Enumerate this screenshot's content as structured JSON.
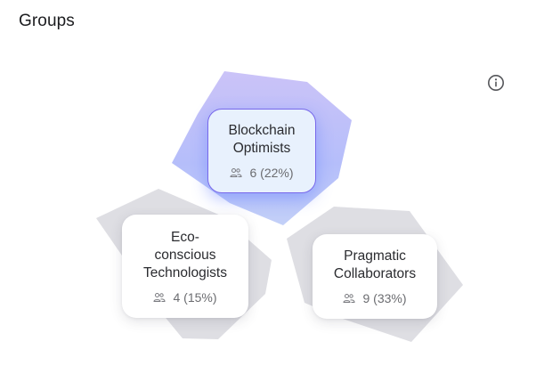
{
  "header": {
    "title": "Groups"
  },
  "info_button": {
    "icon": "info-icon"
  },
  "colors": {
    "selected_shape_top": "#c7c2f8",
    "selected_shape_bottom": "#a9b8f8",
    "selected_card_bg": "#e8f1fd",
    "selected_card_border": "#7868ea",
    "unselected_shape": "#dedee3",
    "card_bg": "#ffffff"
  },
  "groups": [
    {
      "name": "Blockchain Optimists",
      "count": "6",
      "percent": "(22%)",
      "stats": "6 (22%)",
      "selected": true,
      "icon": "people-icon"
    },
    {
      "name": "Eco-conscious Technologists",
      "name_lines": [
        "Eco-",
        "conscious",
        "Technologists"
      ],
      "count": "4",
      "percent": "(15%)",
      "stats": "4 (15%)",
      "selected": false,
      "icon": "people-icon"
    },
    {
      "name": "Pragmatic Collaborators",
      "name_lines": [
        "Pragmatic",
        "Collaborators"
      ],
      "count": "9",
      "percent": "(33%)",
      "stats": "9 (33%)",
      "selected": false,
      "icon": "people-icon"
    }
  ],
  "blockchain_lines": [
    "Blockchain",
    "Optimists"
  ]
}
